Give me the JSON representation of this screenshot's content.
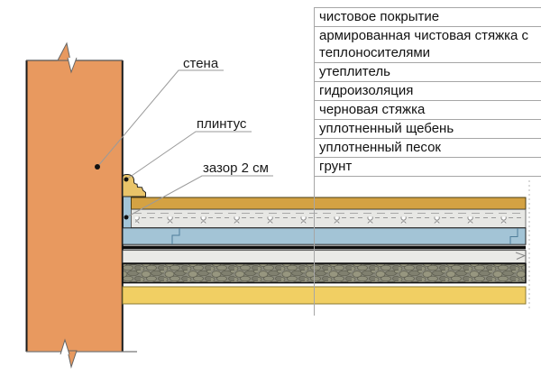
{
  "diagram": {
    "title_implicit": "floor-construction-section",
    "labels": {
      "wall": "стена",
      "plinth": "плинтус",
      "gap": "зазор 2 см"
    }
  },
  "legend": {
    "items": [
      {
        "label": "чистовое покрытие"
      },
      {
        "label": "армированная чистовая стяжка с теплоносителями"
      },
      {
        "label": "утеплитель"
      },
      {
        "label": "гидроизоляция"
      },
      {
        "label": "черновая стяжка"
      },
      {
        "label": "уплотненный щебень"
      },
      {
        "label": "уплотненный песок"
      },
      {
        "label": "грунт"
      }
    ]
  },
  "colors": {
    "wall": "#E8995F",
    "plinth": "#E9C469",
    "finish_coat": "#D4A243",
    "reinforced_screed": "#E7E7E4",
    "insulation": "#A3C4D6",
    "waterproofing": "#0d0d0d",
    "rough_screed": "#EAEAE7",
    "gravel_base": "#8A8A7C",
    "sand": "#F1CF63",
    "leader_line": "#9a9a9a",
    "legend_line": "#a6a6a6"
  }
}
